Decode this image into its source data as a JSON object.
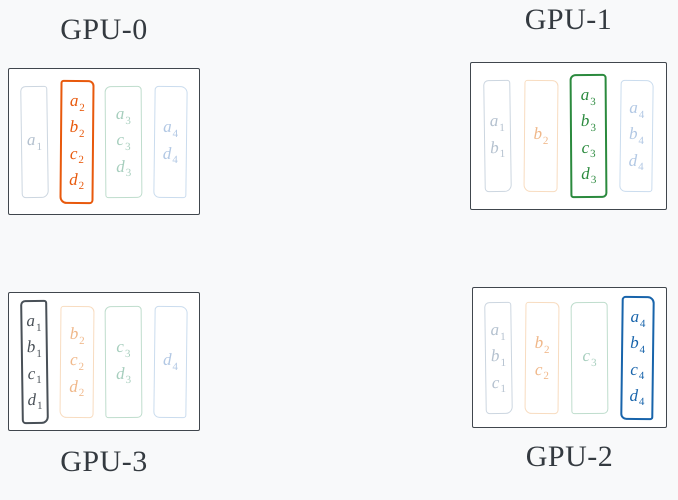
{
  "colors": {
    "page_bg": "#f8f9fa",
    "box_bg": "#ffffff",
    "box_border": "#40464d",
    "title_text": "#343a40",
    "shards": [
      {
        "name": "shard-1-gray",
        "strong": "#495057",
        "faded_border": "#ccd6e0",
        "faded_text": "#b4c1cf"
      },
      {
        "name": "shard-2-orange",
        "strong": "#e8590c",
        "faded_border": "#f8dcc0",
        "faded_text": "#f0b88a"
      },
      {
        "name": "shard-3-green",
        "strong": "#2b8a3e",
        "faded_border": "#bfddcd",
        "faded_text": "#a6cebd"
      },
      {
        "name": "shard-4-blue",
        "strong": "#1864ab",
        "faded_border": "#cadcee",
        "faded_text": "#b2c8e4"
      }
    ]
  },
  "gpus": [
    {
      "id": "gpu-0",
      "title": "GPU-0",
      "columns": [
        {
          "highlighted": false,
          "cells": [
            "a1"
          ]
        },
        {
          "highlighted": true,
          "cells": [
            "a2",
            "b2",
            "c2",
            "d2"
          ]
        },
        {
          "highlighted": false,
          "cells": [
            "a3",
            "c3",
            "d3"
          ]
        },
        {
          "highlighted": false,
          "cells": [
            "a4",
            "d4"
          ]
        }
      ]
    },
    {
      "id": "gpu-1",
      "title": "GPU-1",
      "columns": [
        {
          "highlighted": false,
          "cells": [
            "a1",
            "b1"
          ]
        },
        {
          "highlighted": false,
          "cells": [
            "b2"
          ]
        },
        {
          "highlighted": true,
          "cells": [
            "a3",
            "b3",
            "c3",
            "d3"
          ]
        },
        {
          "highlighted": false,
          "cells": [
            "a4",
            "b4",
            "d4"
          ]
        }
      ]
    },
    {
      "id": "gpu-3",
      "title": "GPU-3",
      "columns": [
        {
          "highlighted": true,
          "cells": [
            "a1",
            "b1",
            "c1",
            "d1"
          ]
        },
        {
          "highlighted": false,
          "cells": [
            "b2",
            "c2",
            "d2"
          ]
        },
        {
          "highlighted": false,
          "cells": [
            "c3",
            "d3"
          ]
        },
        {
          "highlighted": false,
          "cells": [
            "d4"
          ]
        }
      ]
    },
    {
      "id": "gpu-2",
      "title": "GPU-2",
      "columns": [
        {
          "highlighted": false,
          "cells": [
            "a1",
            "b1",
            "c1"
          ]
        },
        {
          "highlighted": false,
          "cells": [
            "b2",
            "c2"
          ]
        },
        {
          "highlighted": false,
          "cells": [
            "c3"
          ]
        },
        {
          "highlighted": true,
          "cells": [
            "a4",
            "b4",
            "c4",
            "d4"
          ]
        }
      ]
    }
  ]
}
